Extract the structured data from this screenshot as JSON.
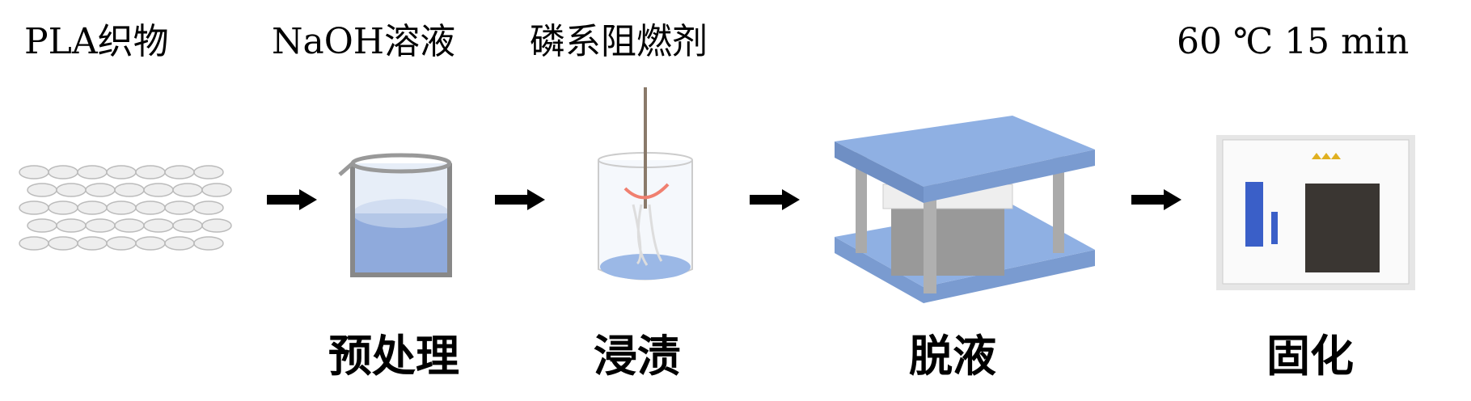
{
  "top_labels": {
    "material": "PLA织物",
    "pretreat_reagent": "NaOH溶液",
    "flame_retardant": "磷系阻燃剂",
    "curing_condition": "60 ℃ 15 min"
  },
  "steps": [
    {
      "label": "预处理",
      "icon": "beaker-icon"
    },
    {
      "label": "浸渍",
      "icon": "stirring-beaker-icon"
    },
    {
      "label": "脱液",
      "icon": "press-icon"
    },
    {
      "label": "固化",
      "icon": "oven-icon"
    }
  ],
  "colors": {
    "liquid": "#8faadc",
    "press_plate": "#8fb0e3",
    "arrow": "#000000"
  }
}
